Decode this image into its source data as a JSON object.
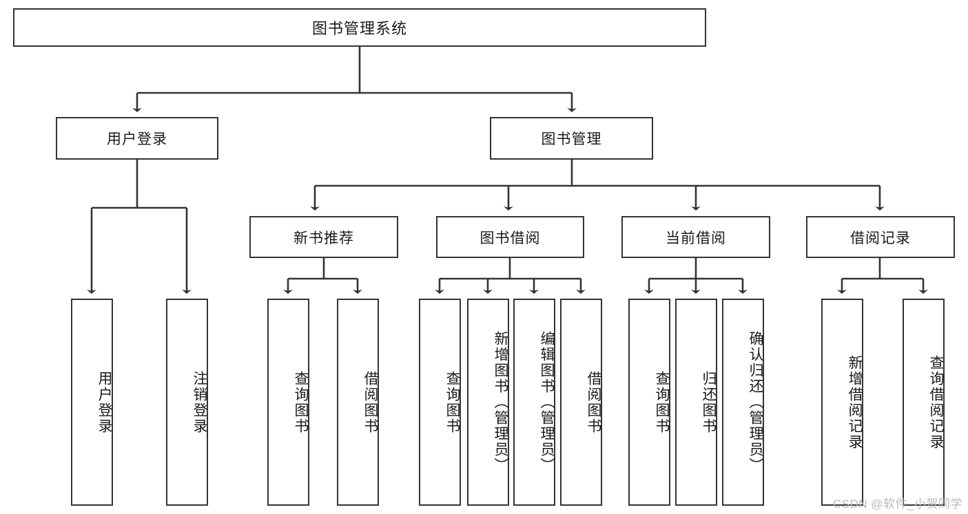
{
  "diagram": {
    "type": "tree",
    "title": "图书管理系统",
    "colors": {
      "box_border": "#333333",
      "box_fill": "#ffffff",
      "line": "#333333",
      "text": "#1a1a1a",
      "watermark": "#b9b9b9"
    },
    "root": {
      "label": "图书管理系统"
    },
    "level2": [
      {
        "id": "user-login",
        "label": "用户登录"
      },
      {
        "id": "book-manage",
        "label": "图书管理"
      }
    ],
    "level3": [
      {
        "id": "new-book-recommend",
        "label": "新书推荐",
        "parent": "book-manage"
      },
      {
        "id": "book-borrow",
        "label": "图书借阅",
        "parent": "book-manage"
      },
      {
        "id": "current-borrow",
        "label": "当前借阅",
        "parent": "book-manage"
      },
      {
        "id": "borrow-record",
        "label": "借阅记录",
        "parent": "book-manage"
      }
    ],
    "leaves": {
      "user-login": [
        {
          "id": "leaf-user-login",
          "label": "用户登录"
        },
        {
          "id": "leaf-user-logout",
          "label": "注销登录"
        }
      ],
      "new-book-recommend": [
        {
          "id": "leaf-query-book-1",
          "label": "查询图书"
        },
        {
          "id": "leaf-borrow-book-1",
          "label": "借阅图书"
        }
      ],
      "book-borrow": [
        {
          "id": "leaf-query-book-2",
          "label": "查询图书"
        },
        {
          "id": "leaf-add-book",
          "label": "新增图书（管理员）"
        },
        {
          "id": "leaf-edit-book",
          "label": "编辑图书（管理员）"
        },
        {
          "id": "leaf-borrow-book-2",
          "label": "借阅图书"
        }
      ],
      "current-borrow": [
        {
          "id": "leaf-query-book-3",
          "label": "查询图书"
        },
        {
          "id": "leaf-return-book",
          "label": "归还图书"
        },
        {
          "id": "leaf-confirm-return",
          "label": "确认归还（管理员）"
        }
      ],
      "borrow-record": [
        {
          "id": "leaf-add-record",
          "label": "新增借阅记录"
        },
        {
          "id": "leaf-query-record",
          "label": "查询借阅记录"
        }
      ]
    }
  },
  "watermark": {
    "text": "CSDN @软件_小贺同学"
  }
}
